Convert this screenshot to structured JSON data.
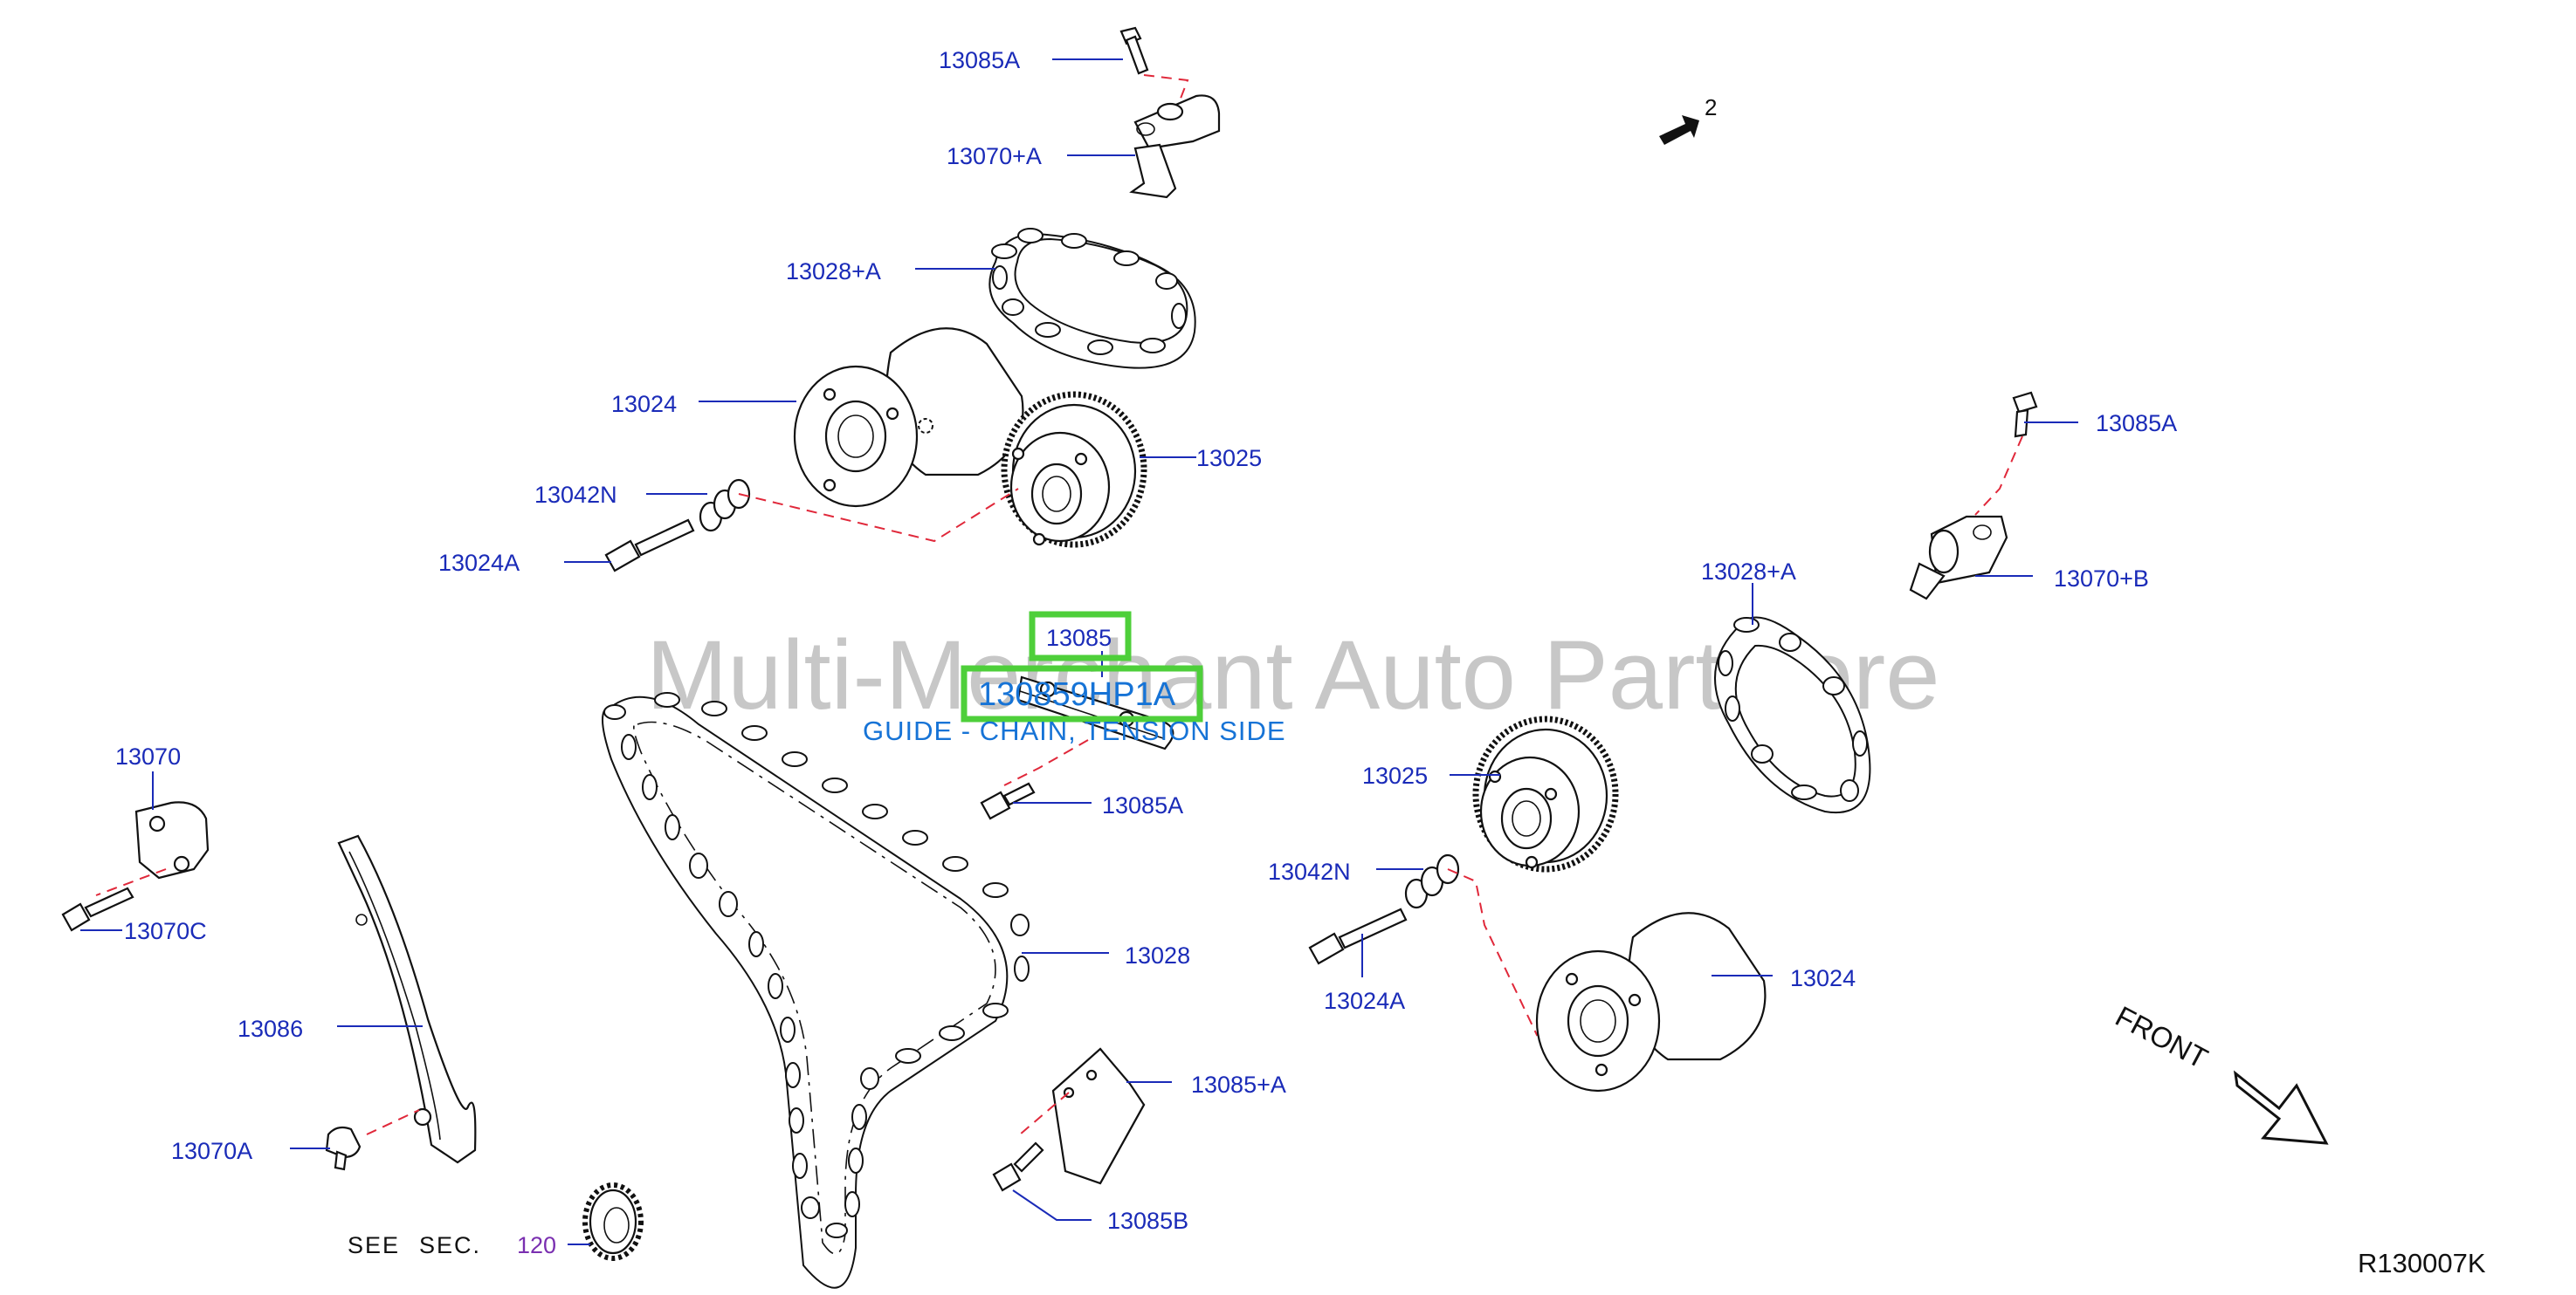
{
  "diagram": {
    "labels": {
      "p13085A_top": "13085A",
      "p13070_A": "13070+A",
      "p13028_A_left": "13028+A",
      "p13024_left": "13024",
      "p13025_left": "13025",
      "p13042N_left": "13042N",
      "p13024A_left": "13024A",
      "p13085A_right": "13085A",
      "p13070_B": "13070+B",
      "p13028_A_right": "13028+A",
      "p13085_hl": "13085",
      "p130859HP1A": "130859HP1A",
      "guide_desc": "GUIDE - CHAIN, TENSION SIDE",
      "p13085A_mid": "13085A",
      "p13070": "13070",
      "p13070C": "13070C",
      "p13025_right": "13025",
      "p13042N_right": "13042N",
      "p13028": "13028",
      "p13024A_right": "13024A",
      "p13024_right": "13024",
      "p13086": "13086",
      "p13085_A": "13085+A",
      "p13070A": "13070A",
      "p13085B": "13085B",
      "see": "SEE",
      "sec": "SEC.",
      "sec_num": "120",
      "arrow_num": "2",
      "front": "FRONT",
      "ref_code": "R130007K"
    },
    "watermark": "Multi-Merchant Auto Partstore"
  },
  "colors": {
    "label_blue": "#1a2bb8",
    "highlight_green": "#4ecf3a",
    "description_blue": "#1673d6",
    "dash_red": "#e0283a",
    "section_purple": "#7a2fb0"
  }
}
